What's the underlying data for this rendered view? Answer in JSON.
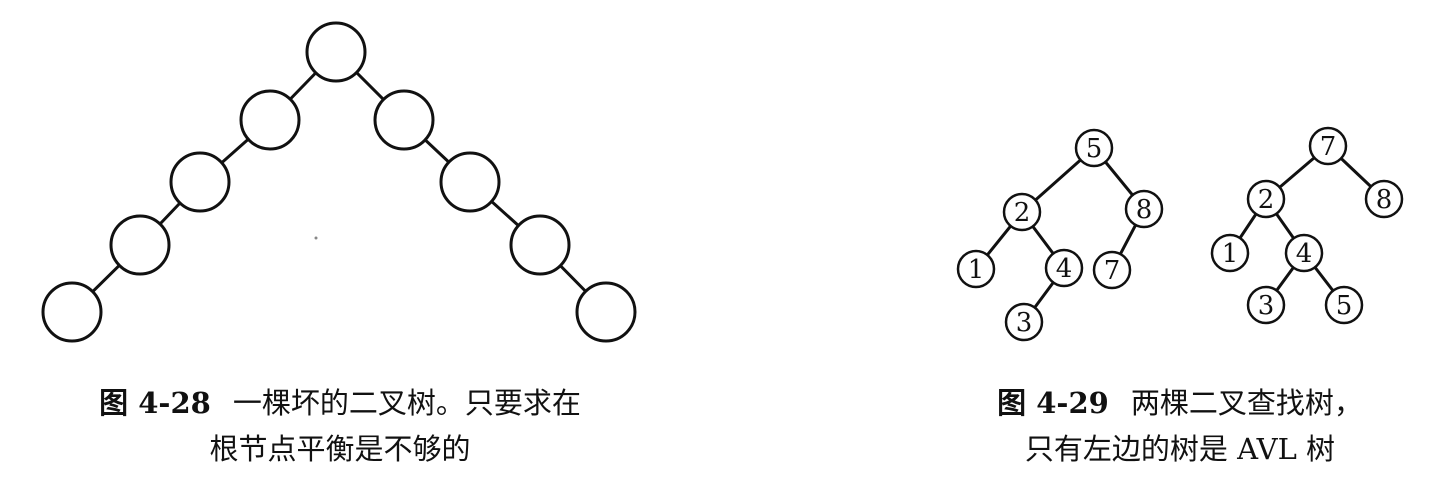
{
  "figure_4_28": {
    "tree_nodes": [
      "",
      "",
      "",
      "",
      "",
      "",
      "",
      "",
      "",
      ""
    ],
    "caption_label": "图 4-28",
    "caption_line1": "一棵坏的二叉树。只要求在",
    "caption_line2": "根节点平衡是不够的"
  },
  "figure_4_29": {
    "left_tree": {
      "nodes": [
        "5",
        "2",
        "8",
        "1",
        "4",
        "7",
        "3"
      ]
    },
    "right_tree": {
      "nodes": [
        "7",
        "2",
        "8",
        "1",
        "4",
        "3",
        "5"
      ]
    },
    "caption_label": "图 4-29",
    "caption_line1": "两棵二叉查找树，",
    "caption_line2": "只有左边的树是 AVL 树"
  }
}
